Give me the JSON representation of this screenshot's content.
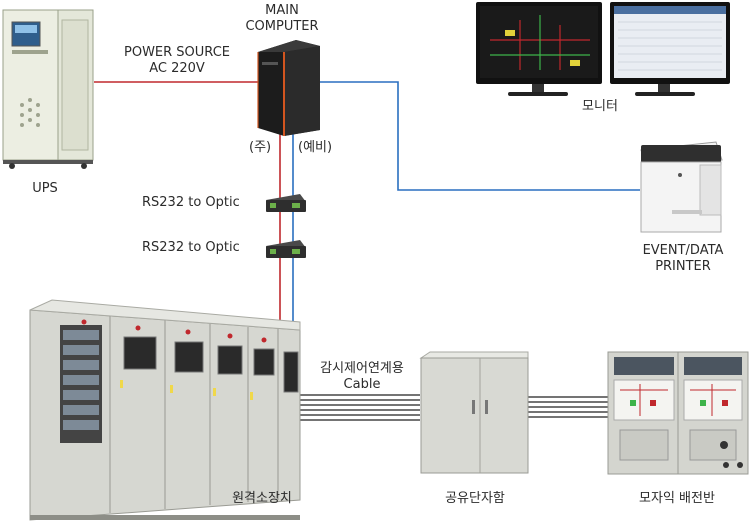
{
  "labels": {
    "main_computer_line1": "MAIN",
    "main_computer_line2": "COMPUTER",
    "power_source_line1": "POWER SOURCE",
    "power_source_line2": "AC 220V",
    "ups": "UPS",
    "main_link": "(주)",
    "backup_link": "(예비)",
    "rs232_optic_1": "RS232 to Optic",
    "rs232_optic_2": "RS232 to Optic",
    "monitor": "모니터",
    "printer_line1": "EVENT/DATA",
    "printer_line2": "PRINTER",
    "cable_line1": "감시제어연계용",
    "cable_line2": "Cable",
    "remote_panel": "원격소장치",
    "shared_terminal": "공유단자함",
    "mother_panel": "모자익 배전반"
  },
  "colors": {
    "power_line": "#c0282d",
    "data_line": "#2a6fc0",
    "cable": "#222222",
    "cabinet": "#d9dad5",
    "ups_body": "#e3e6d8"
  }
}
